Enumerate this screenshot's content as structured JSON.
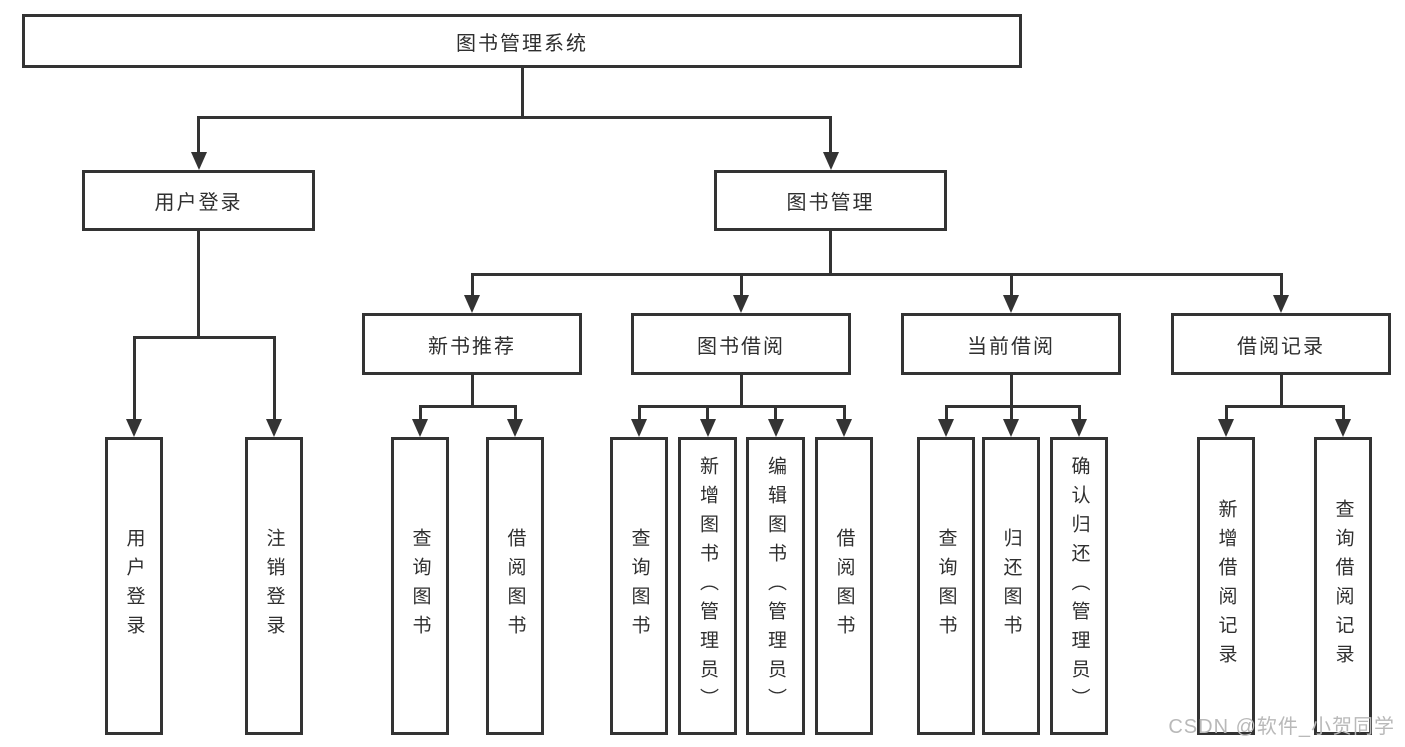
{
  "diagram": {
    "root": {
      "label": "图书管理系统"
    },
    "branches": [
      {
        "label": "用户登录",
        "children": [
          {
            "label": "用户登录"
          },
          {
            "label": "注销登录"
          }
        ]
      },
      {
        "label": "图书管理",
        "children": [
          {
            "label": "新书推荐",
            "children": [
              {
                "label": "查询图书"
              },
              {
                "label": "借阅图书"
              }
            ]
          },
          {
            "label": "图书借阅",
            "children": [
              {
                "label": "查询图书"
              },
              {
                "label": "新增图书（管理员）"
              },
              {
                "label": "编辑图书（管理员）"
              },
              {
                "label": "借阅图书"
              }
            ]
          },
          {
            "label": "当前借阅",
            "children": [
              {
                "label": "查询图书"
              },
              {
                "label": "归还图书"
              },
              {
                "label": "确认归还（管理员）"
              }
            ]
          },
          {
            "label": "借阅记录",
            "children": [
              {
                "label": "新增借阅记录"
              },
              {
                "label": "查询借阅记录"
              }
            ]
          }
        ]
      }
    ]
  },
  "watermark": {
    "text": "CSDN @软件_小贺同学"
  },
  "colors": {
    "line": "#333333",
    "background": "#ffffff",
    "watermark_text": "#b9b9b9"
  }
}
